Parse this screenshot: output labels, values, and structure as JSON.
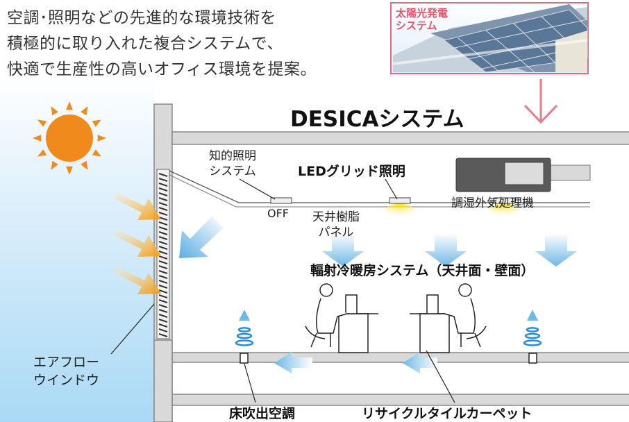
{
  "intro": {
    "line1": "空調･照明などの先進的な環境技術を",
    "line2": "積極的に取り入れた複合システムで、",
    "line3": "快適で生産性の高いオフィス環境を提案。"
  },
  "solar_panel": {
    "label_line1": "太陽光発電",
    "label_line2": "システム"
  },
  "system_title": "DESICAシステム",
  "labels": {
    "lighting_system_line1": "知的照明",
    "lighting_system_line2": "システム",
    "off": "OFF",
    "led_grid": "LEDグリッド照明",
    "air_handler": "調湿外気処理機",
    "resin_panel_line1": "天井樹脂",
    "resin_panel_line2": "パネル",
    "radiant": "輻射冷暖房システム（天井面・壁面）",
    "airflow_window_line1": "エアフロー",
    "airflow_window_line2": "ウインドウ",
    "floor_ac": "床吹出空調",
    "carpet": "リサイクルタイルカーペット"
  },
  "colors": {
    "sun": "#f08a1c",
    "heat_arrow": "#f5a623",
    "cool_arrow": "#6fb8e6",
    "down_arrow": "#e87a8a",
    "panel_border": "#e36b80",
    "panel_label": "#e3536b",
    "building": "#a7a7a7"
  }
}
